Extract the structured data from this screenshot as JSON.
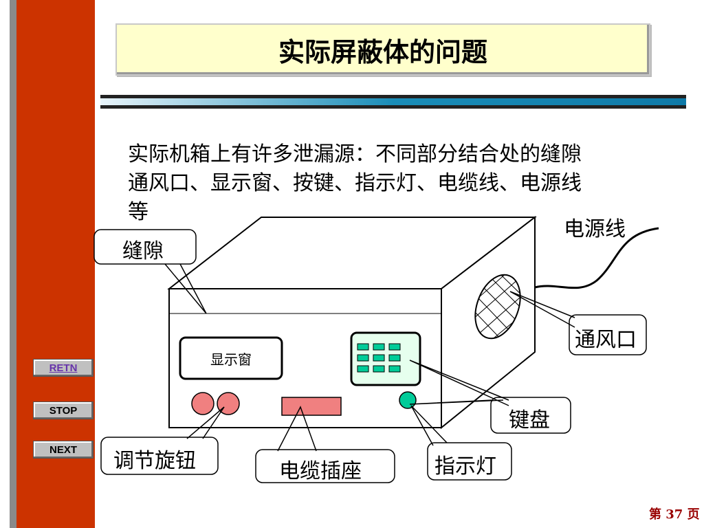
{
  "title": "实际屏蔽体的问题",
  "description": {
    "line1": "实际机箱上有许多泄漏源：不同部分结合处的缝隙",
    "line2": "通风口、显示窗、按键、指示灯、电缆线、电源线",
    "line3": "等"
  },
  "labels": {
    "gap": "缝隙",
    "display": "显示窗",
    "power_cord": "电源线",
    "vent": "通风口",
    "keypad": "键盘",
    "knob": "调节旋钮",
    "cable_socket": "电缆插座",
    "indicator": "指示灯"
  },
  "nav": {
    "retn": "RETN",
    "stop": "STOP",
    "next": "NEXT"
  },
  "footer": {
    "prefix": "第",
    "page": "37",
    "suffix": "页"
  },
  "colors": {
    "sidebar": "#cc3300",
    "title_bg": "#ffffcc",
    "knob": "#f08080",
    "socket": "#f08080",
    "key": "#00cc99",
    "indicator": "#00cc99",
    "keypad_bg": "#e6ffee",
    "accent_bar": "#1a8db8"
  }
}
